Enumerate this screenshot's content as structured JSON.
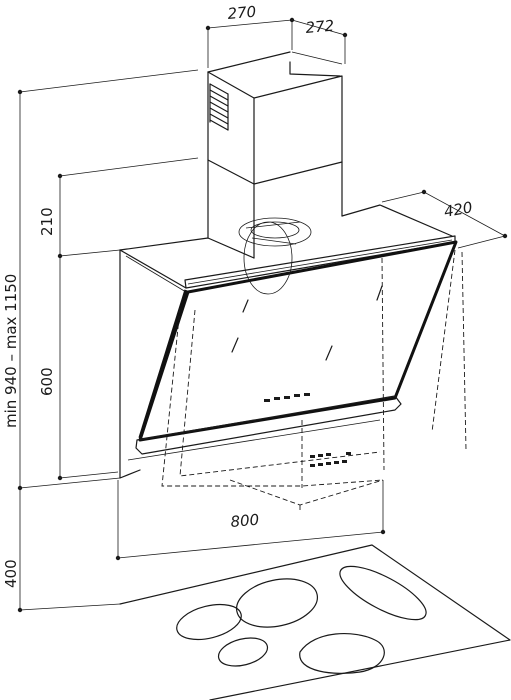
{
  "dimensions": {
    "chimney_width": "270",
    "chimney_depth": "272",
    "hood_depth": "420",
    "chimney_height": "210",
    "glass_height": "600",
    "total_height": "min 940 – max 1150",
    "hood_width": "800",
    "distance_to_hob": "400"
  }
}
